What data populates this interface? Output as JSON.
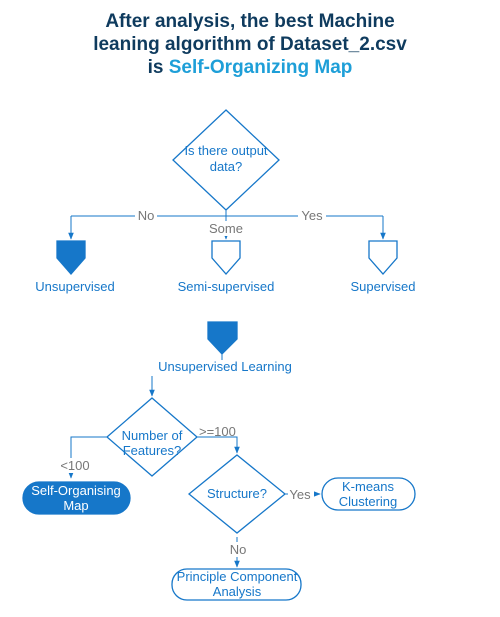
{
  "title": {
    "line1": "After analysis, the best Machine",
    "line2": "leaning algorithm of Dataset_2.csv",
    "line3_prefix": "is ",
    "line3_highlight": "Self-Organizing Map"
  },
  "colors": {
    "title_dark": "#0f3b5e",
    "title_accent": "#1e9fd8",
    "flow_blue": "#1677c9",
    "edge_label_gray": "#777777"
  },
  "top_flow": {
    "decision_line1": "Is there output",
    "decision_line2": "data?",
    "branch_no": "No",
    "branch_some": "Some",
    "branch_yes": "Yes",
    "outcomes": [
      "Unsupervised",
      "Semi-supervised",
      "Supervised"
    ]
  },
  "bottom_flow": {
    "start_label": "Unsupervised Learning",
    "features_line1": "Number of",
    "features_line2": "Features?",
    "branch_lt100": "<100",
    "branch_ge100": ">=100",
    "som_line1": "Self-Organising",
    "som_line2": "Map",
    "structure": "Structure?",
    "branch_yes": "Yes",
    "kmeans_line1": "K-means",
    "kmeans_line2": "Clustering",
    "branch_no": "No",
    "pca_line1": "Principle Component",
    "pca_line2": "Analysis"
  }
}
